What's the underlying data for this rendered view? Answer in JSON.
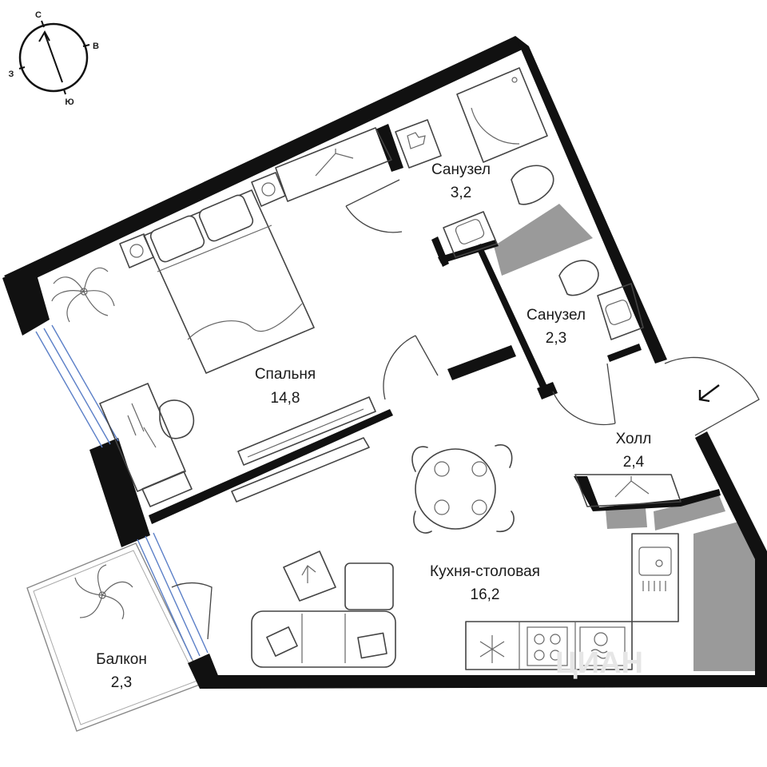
{
  "compass": {
    "north": "С",
    "east": "В",
    "south": "Ю",
    "west": "З"
  },
  "rooms": {
    "bathroom1": {
      "name": "Санузел",
      "area": "3,2"
    },
    "bathroom2": {
      "name": "Санузел",
      "area": "2,3"
    },
    "bedroom": {
      "name": "Спальня",
      "area": "14,8"
    },
    "hall": {
      "name": "Холл",
      "area": "2,4"
    },
    "kitchen": {
      "name": "Кухня-столовая",
      "area": "16,2"
    },
    "balcony": {
      "name": "Балкон",
      "area": "2,3"
    }
  },
  "watermark": "ЦИАН",
  "colors": {
    "wall": "#111111",
    "window": "#5b7fc7",
    "shaft": "#9a9a9a"
  }
}
